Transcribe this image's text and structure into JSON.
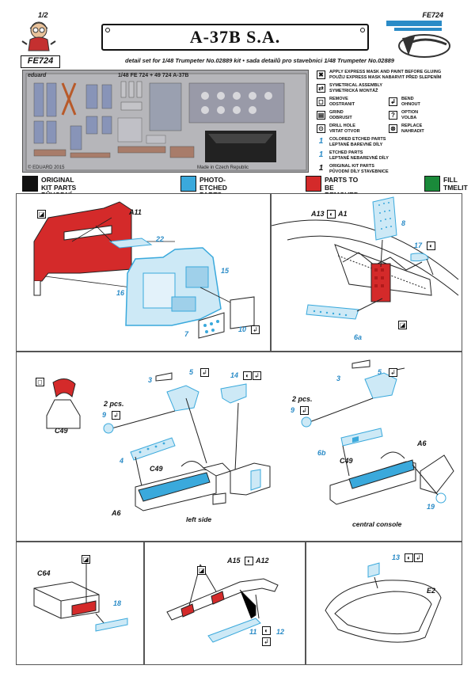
{
  "header": {
    "page_number": "1/2",
    "set_code": "FE724",
    "set_code_box": "FE724",
    "title": "A-37B S.A.",
    "subtitle": "detail set for 1/48 Trumpeter No.02889 kit  •  sada detailů pro stavebnici 1/48 Trumpeter No.02889"
  },
  "fret": {
    "brand": "eduard",
    "code_line": "1/48  FE 724 + 49 724  A-37B",
    "copyright": "© EDUARD 2015",
    "made_in": "Made in Czech Republic"
  },
  "instructions_legend": [
    {
      "icon": "✖",
      "label": "APPLY EXPRESS MASK AND PAINT BEFORE GLUING\nPOUŽIJ EXPRESS MASK NABARVIT PŘED SLEPENÍM",
      "full": true
    },
    {
      "icon": "⇄",
      "label": "SYMETRICAL ASSEMBLY\nSYMETRICKÁ MONTÁŽ",
      "full": true
    },
    {
      "icon": "◻",
      "label": "REMOVE\nODSTRANIT",
      "full": false
    },
    {
      "icon": "↲",
      "label": "BEND\nOHNOUT",
      "full": false
    },
    {
      "icon": "▤",
      "label": "GRIND\nODBRUSIT",
      "full": false
    },
    {
      "icon": "?",
      "label": "OPTION\nVOLBA",
      "full": false
    },
    {
      "icon": "⊙",
      "label": "DRILL HOLE\nVRTAT OTVOR",
      "full": false
    },
    {
      "icon": "⊗",
      "label": "REPLACE\nNAHRADIT",
      "full": false
    },
    {
      "icon": "1",
      "label": "COLORED ETCHED PARTS\nLEPTANÉ BAREVNÉ DÍLY",
      "full": true,
      "style": "blue"
    },
    {
      "icon": "1",
      "label": "ETCHED PARTS\nLEPTANÉ NEBAREVNÉ DÍLY",
      "full": true,
      "style": "blue"
    },
    {
      "icon": "1",
      "label": "ORIGINAL KIT PARTS\nPŮVODNÍ DÍLY STAVEBNICE",
      "full": true,
      "style": "dark"
    }
  ],
  "color_legend": [
    {
      "label": "ORIGINAL KIT PARTS\nPŮVODNÍ DÍLY STAVEBNICE",
      "color": "#111111"
    },
    {
      "label": "PHOTO-ETCHED PARTS\nLEPTANÉ DÍLY",
      "color": "#3aa9dc"
    },
    {
      "label": "PARTS TO BE REMOVED\nDÍLY K ODSTRANĚNÍ",
      "color": "#d42a2a"
    },
    {
      "label": "FILL\nTMELIT",
      "color": "#1a8a3a"
    }
  ],
  "colors": {
    "pe_blue": "#3aa9dc",
    "pe_light": "#cde9f6",
    "remove_red": "#d42a2a",
    "label_blue": "#2a8bc7"
  },
  "step1": {
    "part_a11": "A11",
    "p22": "22",
    "p15": "15",
    "p16": "16",
    "p7": "7",
    "p10": "10"
  },
  "step2": {
    "part_a13": "A13",
    "part_a1": "A1",
    "p8": "8",
    "p17": "17",
    "p6a": "6a"
  },
  "step3": {
    "c49_detail": "C49",
    "p3": "3",
    "p5": "5",
    "p14": "14",
    "pcs": "2 pcs.",
    "p9": "9",
    "p4": "4",
    "c49": "C49",
    "a6": "A6",
    "caption": "left side"
  },
  "step4": {
    "p3": "3",
    "p5": "5",
    "pcs": "2 pcs.",
    "p9": "9",
    "p6b": "6b",
    "c49": "C49",
    "a6": "A6",
    "p19": "19",
    "caption": "central console"
  },
  "step5": {
    "c64": "C64",
    "p18": "18"
  },
  "step6": {
    "a15": "A15",
    "a12": "A12",
    "p11": "11",
    "p12": "12"
  },
  "step7": {
    "p13": "13",
    "e2": "E2"
  }
}
